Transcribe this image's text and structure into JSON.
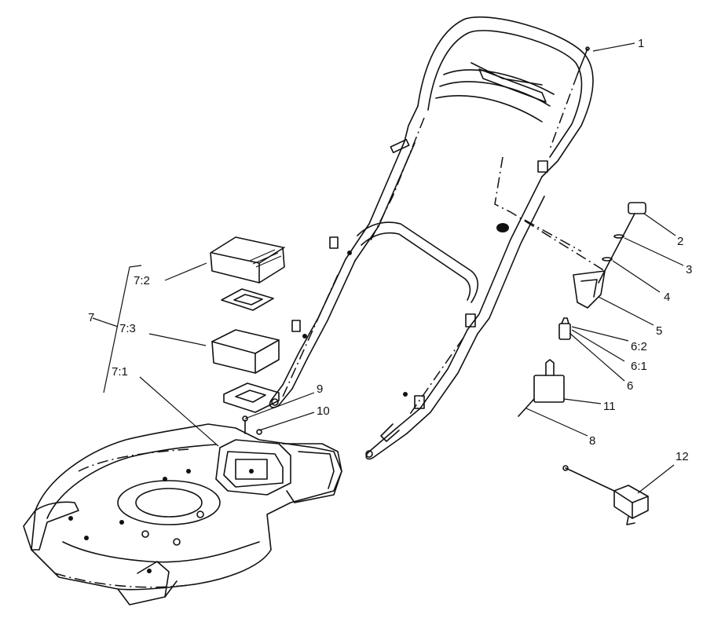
{
  "callouts": {
    "c1": "1",
    "c2": "2",
    "c3": "3",
    "c4": "4",
    "c5": "5",
    "c6_2": "6:2",
    "c6_1": "6:1",
    "c6": "6",
    "c11": "11",
    "c8": "8",
    "c12": "12",
    "c7_2": "7:2",
    "c7": "7",
    "c7_3": "7:3",
    "c7_1": "7:1",
    "c9": "9",
    "c10": "10"
  }
}
